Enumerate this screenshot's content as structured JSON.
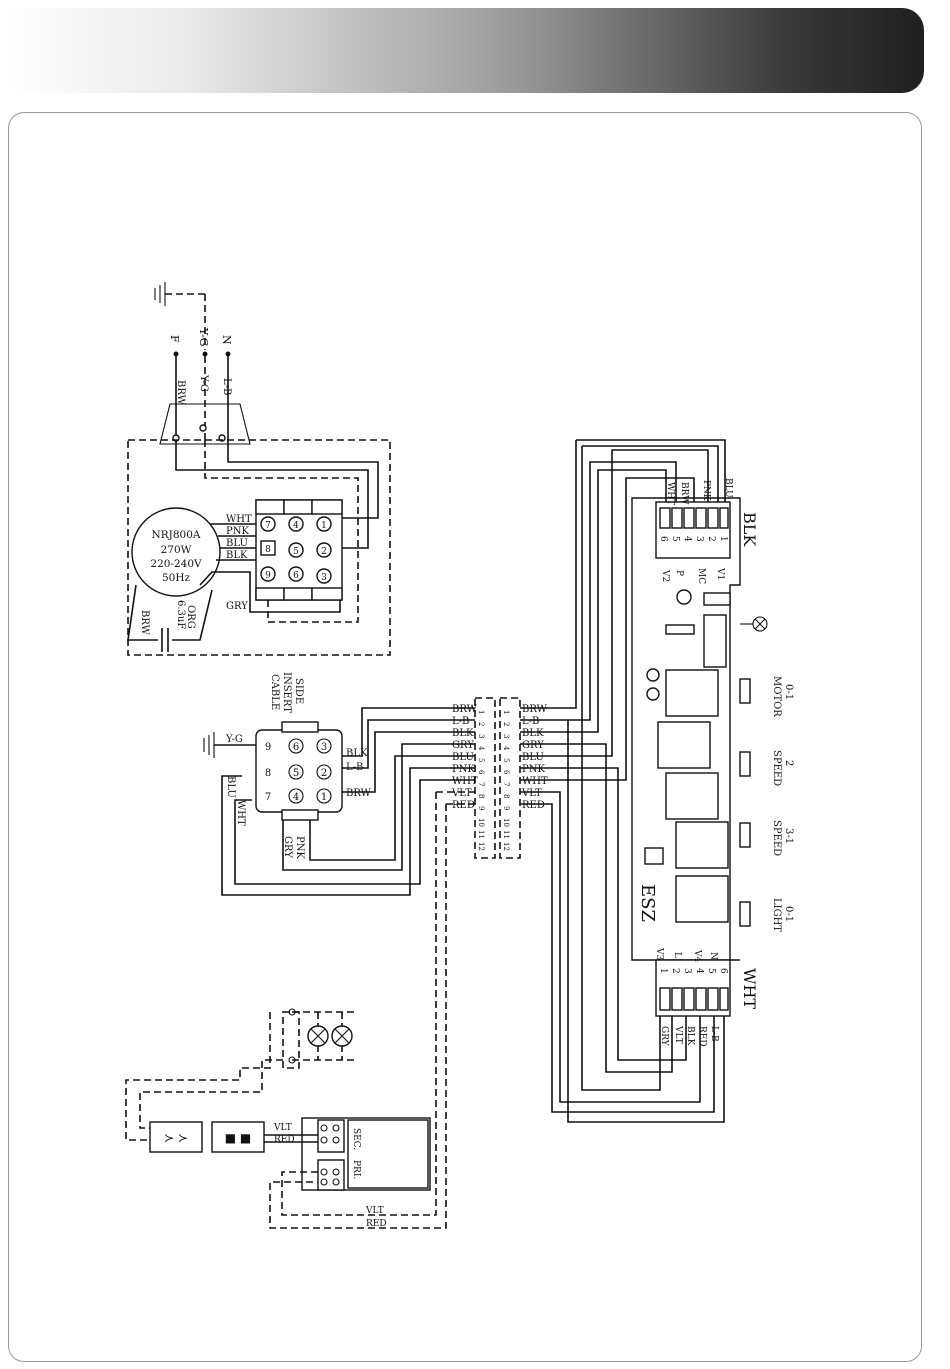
{
  "power": {
    "f": "F",
    "yg": "Y-G",
    "n": "N",
    "brw": "BRW",
    "yg2": "Y-G",
    "lb": "L-B"
  },
  "motor": {
    "model": "NRJ800A",
    "power": "270W",
    "voltage": "220-240V",
    "freq": "50Hz",
    "capacitor": "6.3uF",
    "cap_left": "BRW",
    "cap_right": "ORG"
  },
  "motor_wires": [
    "WHT",
    "PNK",
    "BLU",
    "BLK"
  ],
  "motor_gry": "GRY",
  "motor_term_left": [
    "7",
    "8",
    "9"
  ],
  "motor_term_mid": [
    "4",
    "5",
    "6"
  ],
  "motor_term_right": [
    "1",
    "2",
    "3"
  ],
  "side_cable": {
    "line1": "SIDE",
    "line2": "INSERT",
    "line3": "CABLE"
  },
  "side_connector": {
    "yg": "Y-G",
    "blk": "BLK",
    "lb": "L-B",
    "brw": "BRW",
    "blu": "BLU",
    "wht": "WHT",
    "pnk": "PNK",
    "gry": "GRY",
    "left_terms": [
      "9",
      "8",
      "7"
    ],
    "mid_terms": [
      "6",
      "5",
      "4"
    ],
    "right_terms": [
      "3",
      "2",
      "1"
    ]
  },
  "terminal_block": {
    "left_labels": [
      "BRW",
      "L-B",
      "BLK",
      "GRY",
      "BLU",
      "PNK",
      "WHT",
      "VLT",
      "RED"
    ],
    "right_labels": [
      "BRW",
      "L-B",
      "BLK",
      "GRY",
      "BLU",
      "PNK",
      "WHT",
      "VLT",
      "RED"
    ],
    "numbers": [
      "1",
      "2",
      "3",
      "4",
      "5",
      "6",
      "7",
      "8",
      "9",
      "10",
      "11",
      "12"
    ]
  },
  "board": {
    "name": "ESZ",
    "blk_connector": {
      "label": "BLK",
      "wires": [
        "WHT",
        "BRW",
        "PNK",
        "BLU"
      ],
      "pins": [
        "6",
        "5",
        "4",
        "3",
        "2",
        "1"
      ],
      "names": [
        "V2",
        "P",
        "MC",
        "V1"
      ]
    },
    "wht_connector": {
      "label": "WHT",
      "wires": [
        "GRY",
        "VLT",
        "BLK",
        "RED",
        "L-B"
      ],
      "pins": [
        "1",
        "2",
        "3",
        "4",
        "5",
        "6"
      ],
      "names": [
        "V3",
        "L",
        "V4",
        "N"
      ]
    },
    "buttons": [
      {
        "l1": "0-1",
        "l2": "MOTOR"
      },
      {
        "l1": "2",
        "l2": "SPEED"
      },
      {
        "l1": "3-1",
        "l2": "SPEED"
      },
      {
        "l1": "0-1",
        "l2": "LIGHT"
      }
    ]
  },
  "transformer": {
    "sec": "SEC.",
    "pri": "PRI.",
    "vlt": "VLT",
    "red": "RED",
    "vlt2": "VLT",
    "red2": "RED"
  }
}
